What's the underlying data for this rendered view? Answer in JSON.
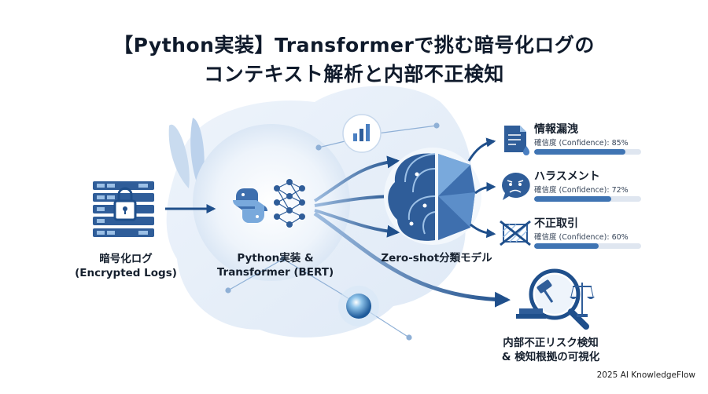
{
  "title": {
    "line1": "【Python実装】Transformerで挑む暗号化ログの",
    "line2": "コンテキスト解析と内部不正検知"
  },
  "nodes": {
    "encrypted_logs": {
      "line1": "暗号化ログ",
      "line2": "(Encrypted Logs)"
    },
    "python_transformer": {
      "line1": "Python実装 &",
      "line2": "Transformer (BERT)"
    },
    "zero_shot": {
      "label": "Zero-shot分類モデル"
    },
    "output": {
      "line1": "内部不正リスク検知",
      "line2": "& 検知根拠の可視化"
    }
  },
  "categories": [
    {
      "title": "情報漏洩",
      "confidence_text": "確信度 (Confidence): 85%",
      "confidence": 0.85,
      "icon": "document-leak-icon"
    },
    {
      "title": "ハラスメント",
      "confidence_text": "確信度 (Confidence): 72%",
      "confidence": 0.72,
      "icon": "angry-chat-icon"
    },
    {
      "title": "不正取引",
      "confidence_text": "確信度 (Confidence): 60%",
      "confidence": 0.6,
      "icon": "fraud-transaction-icon"
    }
  ],
  "footer": "2025 AI KnowledgeFlow",
  "colors": {
    "primary": "#2f5d99",
    "dark": "#1f4f8b",
    "light": "#cfe0f3",
    "accent": "#4a7fc1"
  }
}
